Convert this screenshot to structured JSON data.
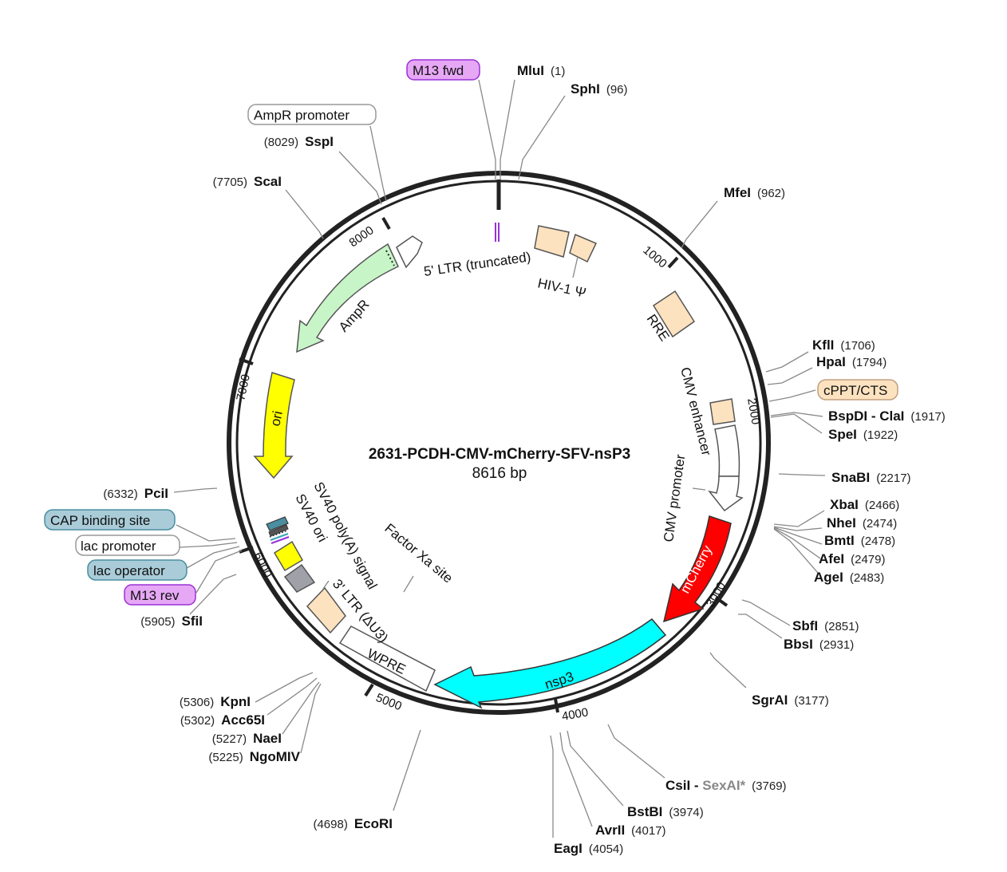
{
  "map": {
    "title": "2631-PCDH-CMV-mCherry-SFV-nsP3",
    "size_label": "8616 bp"
  },
  "ticks": [
    "1000",
    "2000",
    "3000",
    "4000",
    "5000",
    "6000",
    "7000",
    "8000"
  ],
  "features": [
    {
      "name": "5' LTR (truncated)",
      "color": "#ffffff"
    },
    {
      "name": "HIV-1 Ψ",
      "color": "#fde2c0"
    },
    {
      "name": "RRE",
      "color": "#fde2c0"
    },
    {
      "name": "CMV enhancer",
      "color": "#ffffff"
    },
    {
      "name": "CMV promoter",
      "color": "#ffffff"
    },
    {
      "name": "mCherry",
      "color": "#ff0000"
    },
    {
      "name": "nsp3",
      "color": "#00ffff"
    },
    {
      "name": "Factor Xa site",
      "color": "#ffffff"
    },
    {
      "name": "WPRE",
      "color": "#ffffff"
    },
    {
      "name": "3' LTR (ΔU3)",
      "color": "#fde2c0"
    },
    {
      "name": "SV40 ori",
      "color": "#a0a0a8"
    },
    {
      "name": "SV40 poly(A) signal",
      "color": "#ffff00"
    },
    {
      "name": "ori",
      "color": "#ffff00"
    },
    {
      "name": "AmpR",
      "color": "#c8f5c8"
    }
  ],
  "labeled_boxes": [
    {
      "name": "M13 fwd",
      "color": "#e6a8f5",
      "border": "#9b30d9"
    },
    {
      "name": "AmpR promoter",
      "color": "#ffffff",
      "border": "#999999"
    },
    {
      "name": "cPPT/CTS",
      "color": "#fde2c0",
      "border": "#c0a080"
    },
    {
      "name": "CAP binding site",
      "color": "#a9ccd8",
      "border": "#4a8ea0"
    },
    {
      "name": "lac promoter",
      "color": "#ffffff",
      "border": "#999999"
    },
    {
      "name": "lac operator",
      "color": "#a9ccd8",
      "border": "#4a8ea0"
    },
    {
      "name": "M13 rev",
      "color": "#e6a8f5",
      "border": "#9b30d9"
    }
  ],
  "sites": [
    {
      "name": "MluI",
      "pos": "(1)"
    },
    {
      "name": "SphI",
      "pos": "(96)"
    },
    {
      "name": "MfeI",
      "pos": "(962)"
    },
    {
      "name": "KflI",
      "pos": "(1706)"
    },
    {
      "name": "HpaI",
      "pos": "(1794)"
    },
    {
      "name": "BspDI - ClaI",
      "pos": "(1917)"
    },
    {
      "name": "SpeI",
      "pos": "(1922)"
    },
    {
      "name": "SnaBI",
      "pos": "(2217)"
    },
    {
      "name": "XbaI",
      "pos": "(2466)"
    },
    {
      "name": "NheI",
      "pos": "(2474)"
    },
    {
      "name": "BmtI",
      "pos": "(2478)"
    },
    {
      "name": "AfeI",
      "pos": "(2479)"
    },
    {
      "name": "AgeI",
      "pos": "(2483)"
    },
    {
      "name": "SbfI",
      "pos": "(2851)"
    },
    {
      "name": "BbsI",
      "pos": "(2931)"
    },
    {
      "name": "SgrAI",
      "pos": "(3177)"
    },
    {
      "name": "CsiI",
      "dim_name": "SexAI*",
      "pos": "(3769)"
    },
    {
      "name": "BstBI",
      "pos": "(3974)"
    },
    {
      "name": "AvrII",
      "pos": "(4017)"
    },
    {
      "name": "EagI",
      "pos": "(4054)"
    },
    {
      "name": "EcoRI",
      "pos": "(4698)"
    },
    {
      "name": "NgoMIV",
      "pos": "(5225)"
    },
    {
      "name": "NaeI",
      "pos": "(5227)"
    },
    {
      "name": "Acc65I",
      "pos": "(5302)"
    },
    {
      "name": "KpnI",
      "pos": "(5306)"
    },
    {
      "name": "SfiI",
      "pos": "(5905)"
    },
    {
      "name": "PciI",
      "pos": "(6332)"
    },
    {
      "name": "ScaI",
      "pos": "(7705)"
    },
    {
      "name": "SspI",
      "pos": "(8029)"
    }
  ]
}
